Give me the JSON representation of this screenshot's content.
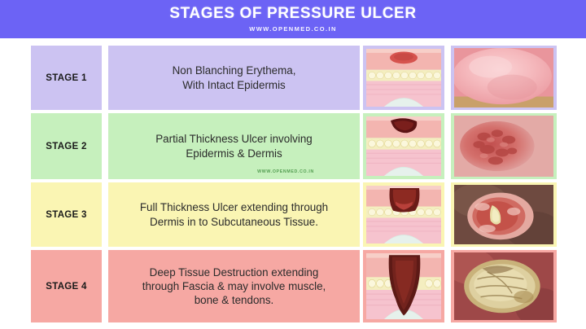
{
  "header": {
    "title": "STAGES OF PRESSURE ULCER",
    "subtitle": "WWW.OPENMED.CO.IN",
    "background_color": "#6c63f5",
    "text_color": "#ffffff"
  },
  "watermark": {
    "text": "WWW.OPENMED.CO.IN",
    "color": "#3f8f3f"
  },
  "rows": [
    {
      "stage_label": "STAGE 1",
      "description_lines": [
        "Non Blanching Erythema,",
        "With Intact Epidermis"
      ],
      "row_color": "#ccc3f2",
      "diagram_name": "skin-cross-section-stage-1",
      "photo_name": "clinical-photo-stage-1"
    },
    {
      "stage_label": "STAGE 2",
      "description_lines": [
        "Partial Thickness Ulcer involving",
        "Epidermis & Dermis"
      ],
      "row_color": "#c6f0bd",
      "diagram_name": "skin-cross-section-stage-2",
      "photo_name": "clinical-photo-stage-2"
    },
    {
      "stage_label": "STAGE 3",
      "description_lines": [
        "Full Thickness Ulcer extending through",
        "Dermis in to Subcutaneous Tissue."
      ],
      "row_color": "#faf5b3",
      "diagram_name": "skin-cross-section-stage-3",
      "photo_name": "clinical-photo-stage-3"
    },
    {
      "stage_label": "STAGE 4",
      "description_lines": [
        "Deep Tissue Destruction extending",
        "through Fascia & may involve muscle,",
        "bone & tendons."
      ],
      "row_color": "#f6a8a3",
      "diagram_name": "skin-cross-section-stage-4",
      "photo_name": "clinical-photo-stage-4"
    }
  ]
}
